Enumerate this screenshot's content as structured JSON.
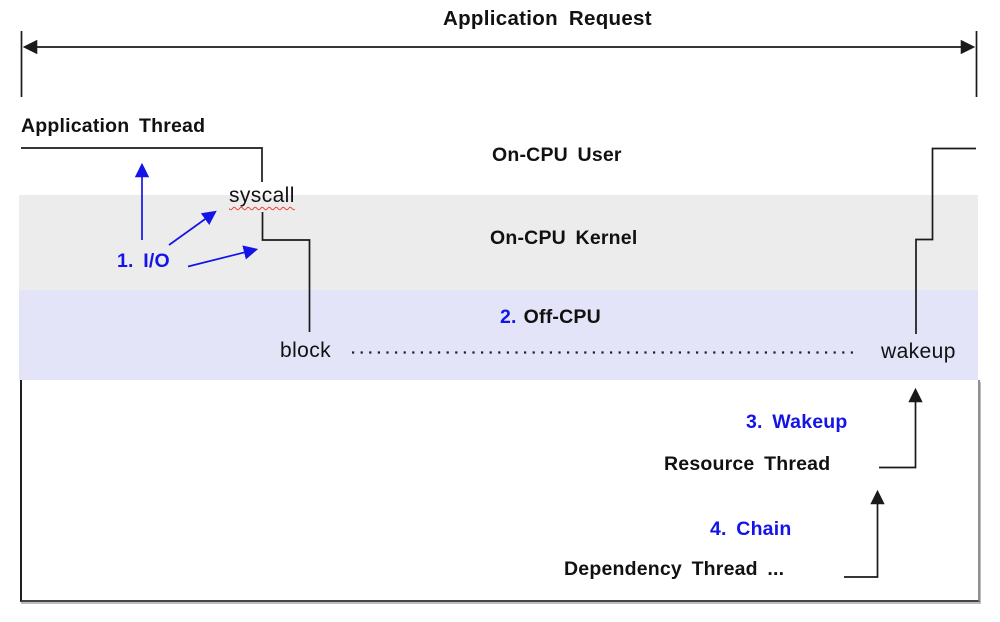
{
  "header": {
    "title": "Application Request"
  },
  "lanes": {
    "user_label": "On-CPU User",
    "kernel_label": "On-CPU Kernel",
    "offcpu_step_number": "2.",
    "offcpu_label": "Off-CPU"
  },
  "thread": {
    "app_thread_label": "Application Thread",
    "syscall_label": "syscall",
    "block_label": "block",
    "wakeup_label": "wakeup"
  },
  "steps": {
    "io_label": "1. I/O",
    "wakeup_label": "3. Wakeup",
    "chain_label": "4. Chain"
  },
  "bottom": {
    "resource_thread_label": "Resource Thread",
    "dependency_thread_label": "Dependency Thread ..."
  },
  "colors": {
    "step_blue": "#1414e8",
    "kernel_band": "#ececec",
    "offcpu_band": "#e4e4f8",
    "line_black": "#1a1a1a",
    "squiggle_red": "#ef3e33"
  }
}
